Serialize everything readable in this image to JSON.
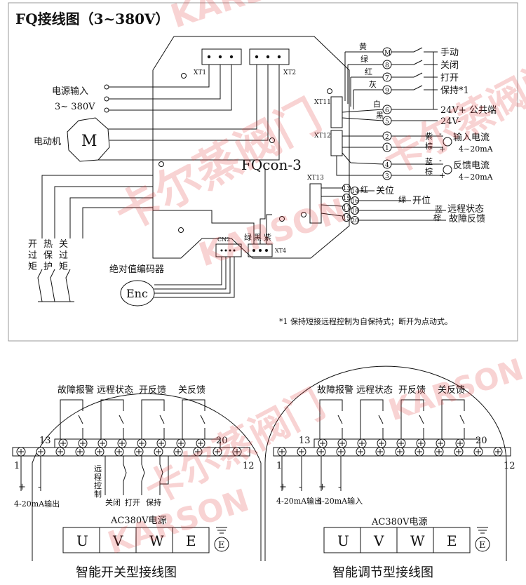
{
  "top": {
    "title": "FQ接线图（3~380V）",
    "xt1": "XT1",
    "xt2": "XT2",
    "xt11": "XT11",
    "xt12": "XT12",
    "xt13": "XT13",
    "xt4": "XT4",
    "cn2": "CN2",
    "power_in": "电源输入",
    "power_v": "3~ 380V",
    "motor": "电动机",
    "motor_symbol": "M",
    "board": "FQcon-3",
    "encoder": "绝对值编码器",
    "enc_symbol": "Enc",
    "sw_open": [
      "开",
      "过",
      "矩"
    ],
    "sw_thermal": [
      "热",
      "保",
      "护"
    ],
    "sw_close": [
      "关",
      "过",
      "矩"
    ],
    "wire_colors_xt4": [
      "绿",
      "黑",
      "紫"
    ],
    "controls": [
      {
        "num": "M",
        "color": "黄",
        "label": "手动"
      },
      {
        "num": "8",
        "color": "绿",
        "label": "关闭"
      },
      {
        "num": "7",
        "color": "红",
        "label": "打开"
      },
      {
        "num": "9",
        "color": "灰",
        "label": "保持*1"
      },
      {
        "num": "6",
        "color": "白",
        "label": "24V+ 公共端"
      },
      {
        "num": "5",
        "color": "黑",
        "label": "24V-"
      }
    ],
    "input_current": {
      "nums": [
        "2",
        "1"
      ],
      "colors": [
        "紫",
        "棕"
      ],
      "label": "输入电流",
      "range": "4~20mA",
      "signs": [
        "-",
        "+"
      ]
    },
    "feedback_current": {
      "nums": [
        "4",
        "3"
      ],
      "colors": [
        "蓝",
        "棕"
      ],
      "label": "反馈电流",
      "range": "4~20mA",
      "signs": [
        "-",
        "+"
      ]
    },
    "status": [
      {
        "nums": [
          "13",
          "14"
        ],
        "color": "红",
        "label": "关位"
      },
      {
        "nums": [
          "15",
          "16"
        ],
        "color": "绿",
        "label": "开位"
      },
      {
        "nums": [
          "17",
          "18"
        ],
        "color": "蓝",
        "label": "远程状态"
      },
      {
        "nums": [
          "19",
          "20"
        ],
        "color": "棕",
        "label": "故障反馈"
      }
    ],
    "note": "*1 保持短接远程控制为自保持式；断开为点动式。"
  },
  "left": {
    "relays": [
      "故障报警",
      "远程状态",
      "开反馈",
      "关反馈"
    ],
    "num_13": "13",
    "num_20": "20",
    "num_1": "1",
    "num_12": "12",
    "remote": [
      "远",
      "程",
      "控",
      "制"
    ],
    "plus": "+",
    "minus": "-",
    "output": "4-20mA输出",
    "ctrl_labels": [
      "关闭",
      "打开",
      "保持"
    ],
    "power": "AC380V电源",
    "uvwe": [
      "U",
      "V",
      "W",
      "E"
    ],
    "earth": "E",
    "caption": "智能开关型接线图"
  },
  "right": {
    "relays": [
      "故障报警",
      "远程状态",
      "开反馈",
      "关反馈"
    ],
    "num_13": "13",
    "num_20": "20",
    "num_1": "1",
    "num_12": "12",
    "signs": [
      "+",
      "-",
      "+",
      "-"
    ],
    "output": "4-20mA输出",
    "input": "4-20mA输入",
    "power": "AC380V电源",
    "uvwe": [
      "U",
      "V",
      "W",
      "E"
    ],
    "earth": "E",
    "caption": "智能调节型接线图"
  },
  "watermark": {
    "cn": "卡尔蒸阀门",
    "en": "KARSON"
  }
}
